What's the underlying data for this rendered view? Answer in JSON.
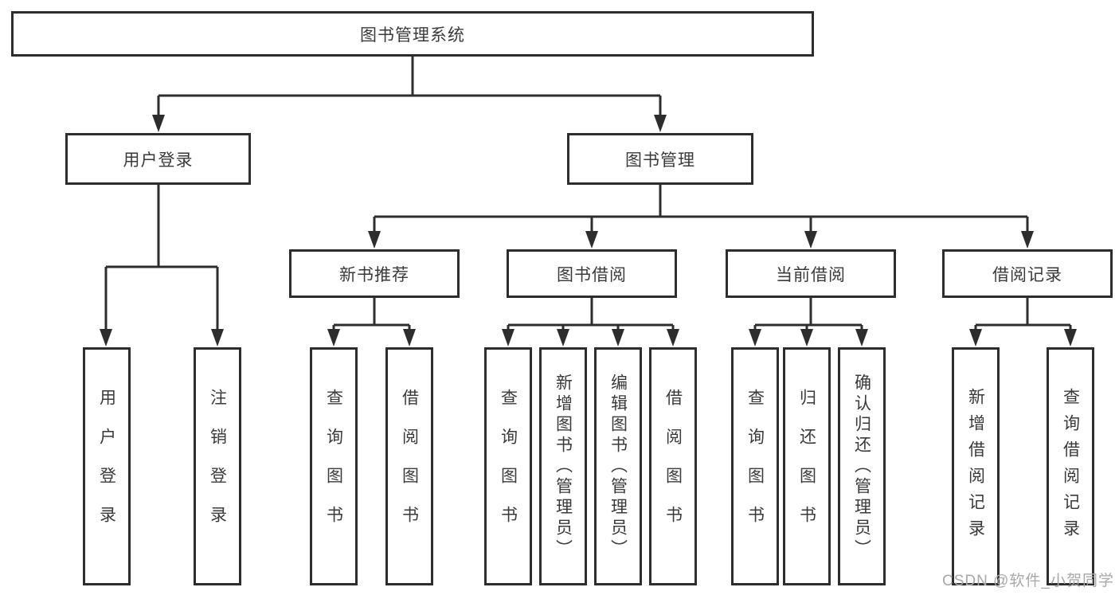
{
  "tree": {
    "root": {
      "label": "图书管理系统"
    },
    "branches": [
      {
        "label": "用户登录",
        "children": [
          {
            "label": "用户登录"
          },
          {
            "label": "注销登录"
          }
        ]
      },
      {
        "label": "图书管理",
        "children": [
          {
            "label": "新书推荐",
            "children": [
              {
                "label": "查询图书"
              },
              {
                "label": "借阅图书"
              }
            ]
          },
          {
            "label": "图书借阅",
            "children": [
              {
                "label": "查询图书"
              },
              {
                "label": "新增图书（管理员）"
              },
              {
                "label": "编辑图书（管理员）"
              },
              {
                "label": "借阅图书"
              }
            ]
          },
          {
            "label": "当前借阅",
            "children": [
              {
                "label": "查询图书"
              },
              {
                "label": "归还图书"
              },
              {
                "label": "确认归还（管理员）"
              }
            ]
          },
          {
            "label": "借阅记录",
            "children": [
              {
                "label": "新增借阅记录"
              },
              {
                "label": "查询借阅记录"
              }
            ]
          }
        ]
      }
    ]
  },
  "watermark": {
    "text": "CSDN @软件_小贺同学"
  },
  "colors": {
    "line": "#2d2d2d",
    "text": "#3a3a3a",
    "watermark": "#a8a8a8",
    "background": "#ffffff"
  }
}
